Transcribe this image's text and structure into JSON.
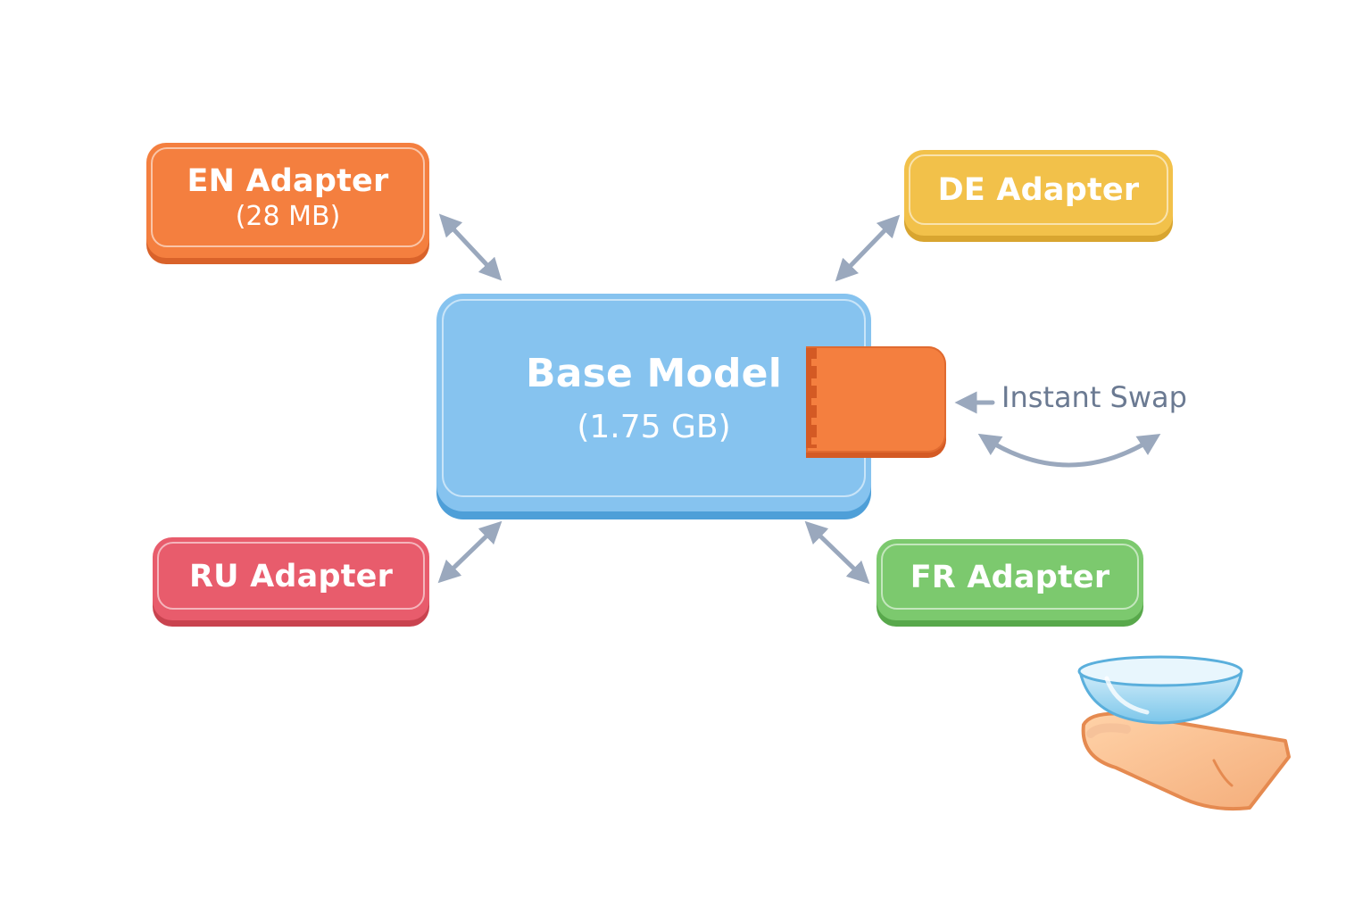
{
  "diagram": {
    "base_model": {
      "title": "Base Model",
      "size": "(1.75 GB)"
    },
    "adapters": {
      "en": {
        "title": "EN Adapter",
        "size": "(28 MB)"
      },
      "de": {
        "title": "DE Adapter"
      },
      "ru": {
        "title": "RU Adapter"
      },
      "fr": {
        "title": "FR Adapter"
      }
    },
    "swap_label": "Instant Swap"
  },
  "colors": {
    "en": "#f47f3f",
    "en_edge": "#d9622a",
    "de": "#f2c14a",
    "de_edge": "#d8a530",
    "ru": "#e85c6c",
    "ru_edge": "#c9434f",
    "fr": "#7cc96e",
    "fr_edge": "#58a84b",
    "base": "#86c3ef",
    "base_edge": "#4e9fd8",
    "plug": "#f47f3f",
    "plug_edge": "#d45a24",
    "arrow": "#9aa8bd",
    "label": "#6b7a92"
  },
  "icons": {
    "plug": "adapter-plug-icon",
    "lens": "contact-lens-icon",
    "finger": "fingertip-icon"
  }
}
